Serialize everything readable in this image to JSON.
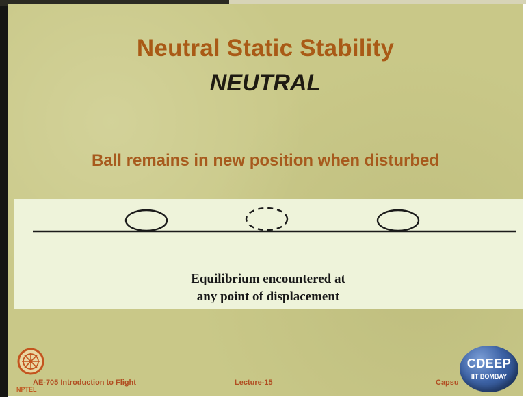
{
  "slide": {
    "title": "Neutral Static Stability",
    "subtitle": "NEUTRAL",
    "statement": "Ball remains in new position when disturbed",
    "caption_line1": "Equilibrium encountered at",
    "caption_line2": "any point of displacement"
  },
  "footer": {
    "course": "AE-705 Introduction to Flight",
    "lecture": "Lecture-15",
    "right_partial": "Capsu"
  },
  "logos": {
    "nptel_text": "NPTEL",
    "cdeep_title": "CDEEP",
    "cdeep_sub": "IIT BOMBAY"
  },
  "colors": {
    "slide_background": "#c9c888",
    "title": "#a95a16",
    "subtitle": "#1e1a12",
    "statement": "#a75a1d",
    "panel": "#eef3da",
    "footer": "#b14e22"
  },
  "icons": {
    "balls": "ball-icon",
    "displaced_ball": "dashed-ball-icon",
    "nptel": "nptel-logo-icon",
    "cdeep": "cdeep-logo-icon"
  }
}
